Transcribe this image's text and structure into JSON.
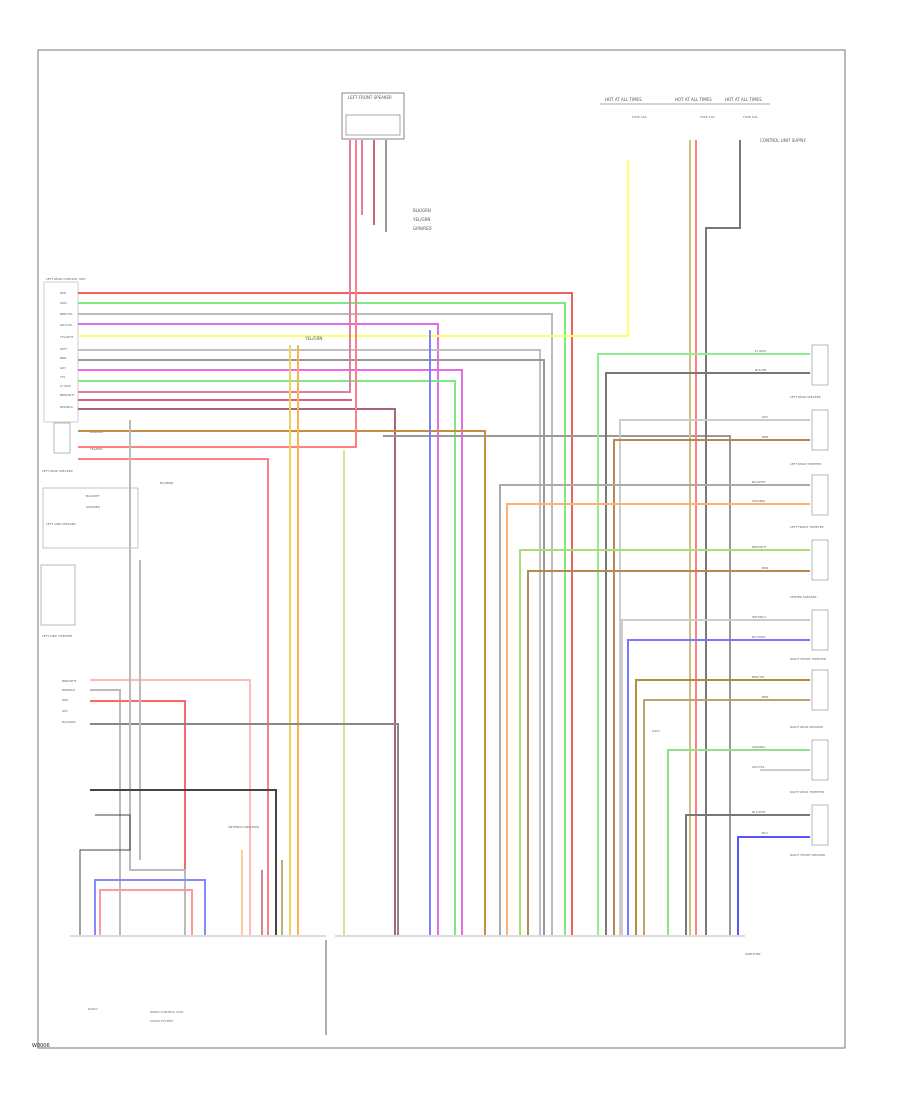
{
  "diagram": {
    "footer_code": "W0006",
    "left_connector_title": "LEFT REAR CONTROL UNIT",
    "left_connector_labels": [
      "RED",
      "GRN",
      "BRN/YEL",
      "GRY/YEL",
      "YEL/WHT",
      "WHT",
      "BRN",
      "GRY",
      "YEL",
      "LT GRN",
      "BRN/WHT",
      "RED/BLK"
    ],
    "upper_connector_title": "LEFT FRONT SPEAKER",
    "upper_connector_labels": [
      "BLK/GRN",
      "YEL/GRN",
      "GRN/RED"
    ],
    "top_fuse_labels": [
      "HOT AT ALL TIMES",
      "HOT AT ALL TIMES",
      "HOT AT ALL TIMES"
    ],
    "top_fuse_sublabels": [
      "FUSE 10A",
      "FUSE 10A",
      "FUSE 10A"
    ],
    "top_right_note": "CONTROL UNIT SUPPLY",
    "mid_label": "YEL/GRN",
    "left_box_labels": [
      "LEFT REAR SPEAKER",
      "LEFT SIDE SPEAKER",
      "LEFT SIDE TWEETER"
    ],
    "left_small_labels": [
      "BRN/BLU",
      "YEL/RED",
      "BLK/WHT",
      "GRN/RED",
      "BLU/BRN"
    ],
    "left_side_labels": [
      "BRN/WHT",
      "BRN/BLK",
      "RED",
      "GRY",
      "BLU/GRN"
    ],
    "right_connector_titles": [
      "LEFT REAR SPEAKER",
      "LEFT REAR TWEETER",
      "LEFT FRONT TWEETER",
      "CENTER SPEAKER",
      "RIGHT FRONT TWEETER",
      "RIGHT REAR SPEAKER",
      "RIGHT REAR TWEETER",
      "RIGHT FRONT SPEAKER"
    ],
    "right_wire_labels": [
      "LT GRN",
      "BLK/YEL",
      "GRY",
      "BRN",
      "BLU/WHT",
      "ORN/BLK",
      "BRN/WHT",
      "BRN",
      "WHT/BLU",
      "BLU/GRN",
      "BRN/YEL",
      "BRN",
      "GRN/BLU",
      "GRY/YEL",
      "BLK/WHT",
      "BLU"
    ],
    "center_box_label": "ANTENNA AMPLIFIER",
    "ground_label": "G401",
    "bottom_titles": [
      "RADIO",
      "RADIO CONTROL UNIT",
      "AMPLIFIER"
    ],
    "bottom_note": "AUDIO SYSTEM"
  }
}
